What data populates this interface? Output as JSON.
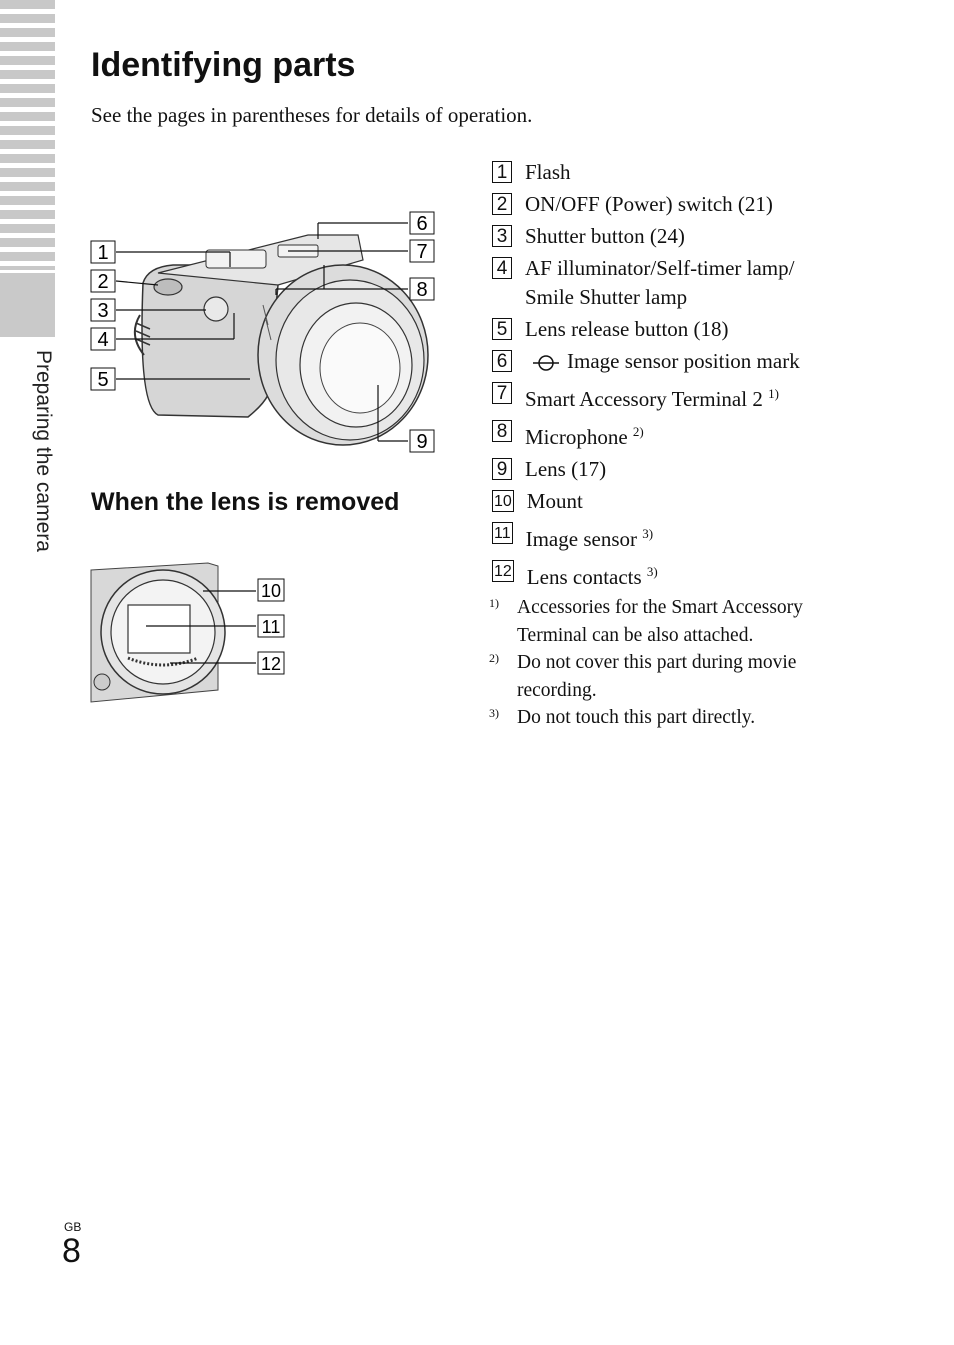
{
  "sidebar": {
    "section": "Preparing the camera"
  },
  "title": "Identifying parts",
  "intro": "See the pages in parentheses for details of operation.",
  "subheading": "When the lens is removed",
  "callouts_camera": [
    "1",
    "2",
    "3",
    "4",
    "5",
    "6",
    "7",
    "8",
    "9"
  ],
  "callouts_mount": [
    "10",
    "11",
    "12"
  ],
  "parts": [
    {
      "num": "1",
      "text": "Flash",
      "sup": ""
    },
    {
      "num": "2",
      "text": "ON/OFF (Power) switch (21)",
      "sup": ""
    },
    {
      "num": "3",
      "text": "Shutter button (24)",
      "sup": ""
    },
    {
      "num": "4",
      "text": "AF illuminator/Self-timer lamp/ Smile Shutter lamp",
      "sup": ""
    },
    {
      "num": "5",
      "text": "Lens release button (18)",
      "sup": ""
    },
    {
      "num": "6",
      "text": "Image sensor position mark",
      "sup": "",
      "icon": "image-sensor-mark-icon"
    },
    {
      "num": "7",
      "text": "Smart Accessory Terminal 2",
      "sup": "1)"
    },
    {
      "num": "8",
      "text": "Microphone",
      "sup": "2)"
    },
    {
      "num": "9",
      "text": "Lens (17)",
      "sup": ""
    },
    {
      "num": "10",
      "text": "Mount",
      "sup": ""
    },
    {
      "num": "11",
      "text": "Image sensor",
      "sup": "3)"
    },
    {
      "num": "12",
      "text": "Lens contacts",
      "sup": "3)"
    }
  ],
  "notes": [
    {
      "mark": "1)",
      "text": "Accessories for the Smart Accessory Terminal can be also attached."
    },
    {
      "mark": "2)",
      "text": "Do not cover this part during movie recording."
    },
    {
      "mark": "3)",
      "text": "Do not touch this part directly."
    }
  ],
  "footer": {
    "region": "GB",
    "page": "8"
  }
}
